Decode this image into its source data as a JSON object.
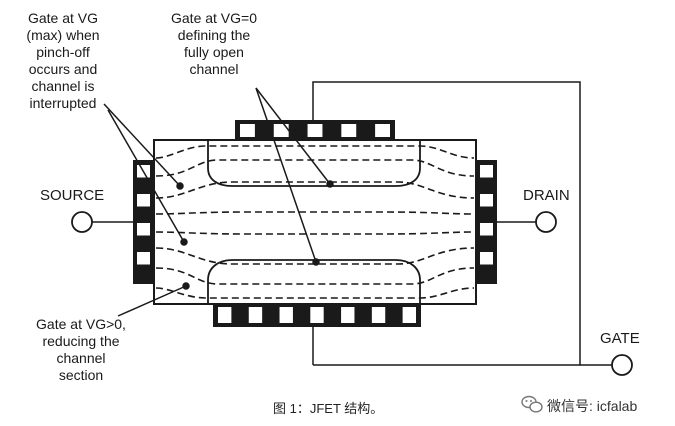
{
  "labels": {
    "pinchoff": [
      "Gate at VG",
      "(max) when",
      "pinch-off",
      "occurs and",
      "channel is",
      "interrupted"
    ],
    "open": [
      "Gate at VG=0",
      "defining the",
      "fully open",
      "channel"
    ],
    "reducing": [
      "Gate at VG>0,",
      "reducing the",
      "channel",
      "section"
    ],
    "source": "SOURCE",
    "drain": "DRAIN",
    "gate": "GATE"
  },
  "caption": "图 1：JFET 结构。",
  "watermark": "微信号: icfalab",
  "icons": {
    "watermark": "wechat-logo-icon"
  },
  "colors": {
    "ink": "#1a1a1a",
    "background": "#ffffff"
  }
}
